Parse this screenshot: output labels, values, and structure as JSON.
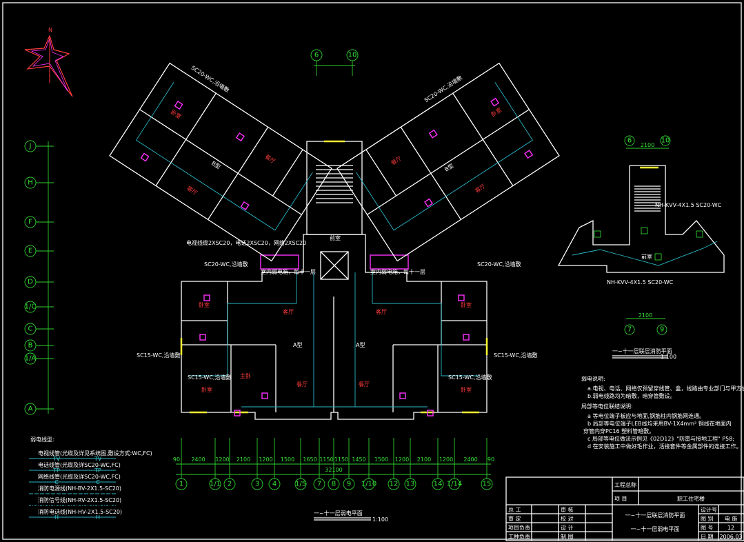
{
  "drawing": {
    "main_title": "一~十一层弱电平面",
    "main_scale": "1:100",
    "side_title": "一~十一层联层消防平面",
    "side_scale": "1:100",
    "north_label": "N",
    "unit_a": "A型",
    "unit_b": "B型",
    "lobby": "前室",
    "rooms": [
      "客厅",
      "卧室",
      "餐厅",
      "主卧",
      "卧室",
      "客厅",
      "卧室",
      "餐厅",
      "客厅",
      "卧室"
    ],
    "cable_labels": [
      "SC20-WC,沿墙敷",
      "SC15-WC,沿墙敷",
      "SC20-WC,沿墙敷",
      "SC15-WC,沿墙敷",
      "SC20-WC,沿墙敷",
      "SC15-WC,沿墙敷",
      "SC20-WC,沿墙敷",
      "SC15-WC,沿墙敷"
    ],
    "riser_note": "室内弱电箱，每十一层",
    "corridor_note": "电视线缆2XSC20，电话2XSC20，网络2XSC20",
    "fire_labels": [
      "NH-KVV-4X1.5 SC20-WC",
      "NH-KVV-4X1.5 SC20-WC",
      "前室"
    ]
  },
  "axes": {
    "bottom": [
      "1",
      "1/1",
      "2",
      "3",
      "4",
      "1/5",
      "7",
      "8",
      "9",
      "1/10",
      "12",
      "13",
      "14",
      "1/14",
      "15"
    ],
    "left": [
      "J",
      "H",
      "F",
      "E",
      "D",
      "1/C",
      "C",
      "B",
      "1/A",
      "A"
    ],
    "side_top": [
      "6",
      "10"
    ],
    "side_bottom": [
      "7",
      "9"
    ],
    "top": [
      "6",
      "10"
    ],
    "bottom_dims": [
      "90",
      "2400",
      "1200",
      "2100",
      "1200",
      "1500",
      "1650",
      "1150",
      "1150",
      "1450",
      "1500",
      "1200",
      "2100",
      "1200",
      "2400",
      "90"
    ],
    "bottom_total": "32100",
    "side_dim_top": "2100",
    "side_dim_bottom": "2100"
  },
  "legend": {
    "title": "弱电线型:",
    "items": [
      {
        "label": "电视线管(光缆及详见系统图,敷设方式:WC,FC)",
        "code": "TV"
      },
      {
        "label": "电话线管(光缆及详SC20-WC,FC)",
        "code": "TP"
      },
      {
        "label": "网络线管(光缆及详SC20-WC,FC)",
        "code": "C"
      },
      {
        "label": "消防电源线(NH-BV-2X1.5-SC20)",
        "code": ""
      },
      {
        "label": "消防信号线(NH-RV-2X1.5-SC20)",
        "code": ""
      },
      {
        "label": "消防电话线(NH-HV-2X1.5-SC20)",
        "code": "H"
      }
    ]
  },
  "notes": {
    "title1": "弱电说明:",
    "items1": [
      "a.电视、电话、网络仅预留穿线管、盒，线路由专业部门与甲方协商后施工。",
      "b.弱电线路均为暗敷，暗穿管敷设。"
    ],
    "title2": "局部等电位联结说明:",
    "items2": [
      "a  等电位端子板应与地面,钢筋柱内钢筋网连通。",
      "b  局部等电位端子LEB线均采用BV-1X4mm² 铜线在地面内",
      "穿管内穿PC16  塑料管暗敷。",
      "c  局部等电位做法示例见《02D12》\"防雷与接地工程\" P58;",
      "d  在安装施工中做好毛作业，活接套件等金属部件的连接工作。"
    ]
  },
  "title_block": {
    "project_name_label": "工程总称",
    "project_name": "",
    "item_label": "项    目",
    "item_value": "职工住宅楼",
    "roles": [
      [
        "总  工",
        "审  核"
      ],
      [
        "审  定",
        "校  对"
      ],
      [
        "项目负责",
        "设  计"
      ],
      [
        "工种负责",
        "制  图"
      ]
    ],
    "drawing_titles": [
      "一~十一层联层消防平面",
      "一~十一层弱电平面"
    ],
    "meta": [
      [
        "设计号",
        ""
      ],
      [
        "图  别",
        "电 施"
      ],
      [
        "图  号",
        "12"
      ],
      [
        "日  期",
        "2006.03"
      ]
    ]
  },
  "colors": {
    "wall": "#ffffff",
    "axis": "#2fd22f",
    "cable": "#27b9c9",
    "device": "#ff30ff",
    "window": "#ffff33",
    "room_text": "#ff3c3c"
  }
}
